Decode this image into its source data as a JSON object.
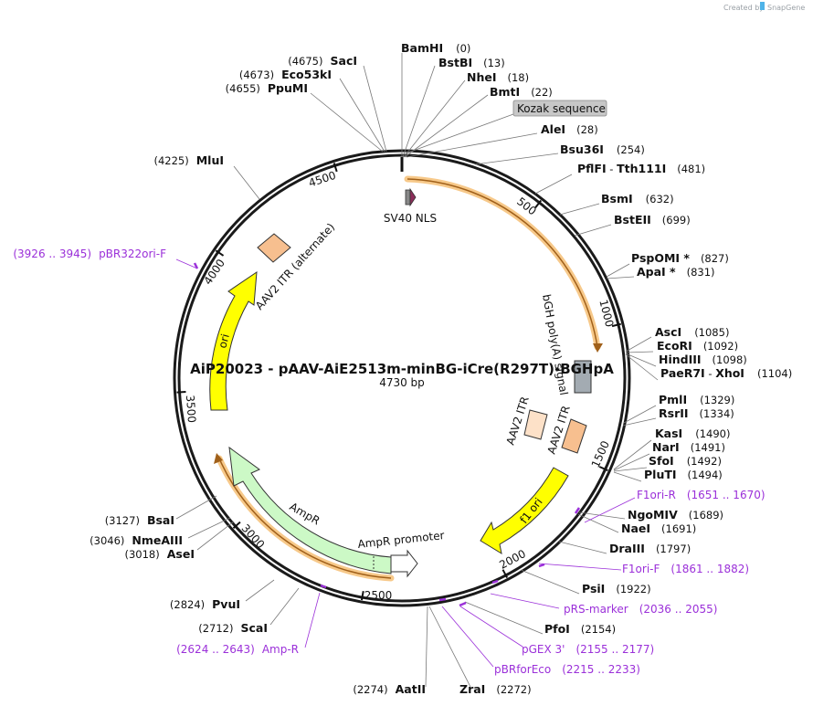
{
  "header": {
    "credit_prefix": "Created by",
    "brand": "SnapGene"
  },
  "plasmid": {
    "name": "AiP20023 - pAAV-AiE2513m-minBG-iCre(R297T)-BGHpA",
    "size_label": "4730 bp",
    "length": 4730
  },
  "ticks": [
    "500",
    "1000",
    "1500",
    "2000",
    "2500",
    "3000",
    "3500",
    "4000",
    "4500"
  ],
  "features": {
    "sv40_nls": "SV40 NLS",
    "bgh": "bGH poly(A) signal",
    "itr_right_a": "AAV2 ITR",
    "itr_right_b": "AAV2 ITR",
    "f1ori": "f1 ori",
    "ampr_promoter": "AmpR promoter",
    "ampr": "AmpR",
    "ori": "ori",
    "itr_alt": "AAV2 ITR (alternate)"
  },
  "kozak": "Kozak sequence",
  "sites": {
    "bamhi": {
      "name": "BamHI",
      "pos": "(0)"
    },
    "bstbi": {
      "name": "BstBI",
      "pos": "(13)"
    },
    "nhei": {
      "name": "NheI",
      "pos": "(18)"
    },
    "bmti": {
      "name": "BmtI",
      "pos": "(22)"
    },
    "alei": {
      "name": "AleI",
      "pos": "(28)"
    },
    "bsu36i": {
      "name": "Bsu36I",
      "pos": "(254)"
    },
    "pflfi": {
      "name": "PflFI",
      "sep": " - ",
      "name2": "Tth111I",
      "pos": "(481)"
    },
    "bsmi": {
      "name": "BsmI",
      "pos": "(632)"
    },
    "bsteii": {
      "name": "BstEII",
      "pos": "(699)"
    },
    "pspomi": {
      "name": "PspOMI *",
      "pos": "(827)"
    },
    "apai": {
      "name": "ApaI *",
      "pos": "(831)"
    },
    "asci": {
      "name": "AscI",
      "pos": "(1085)"
    },
    "ecori": {
      "name": "EcoRI",
      "pos": "(1092)"
    },
    "hindiii": {
      "name": "HindIII",
      "pos": "(1098)"
    },
    "paer7i": {
      "name": "PaeR7I",
      "sep": " - ",
      "name2": "XhoI",
      "pos": "(1104)"
    },
    "pmli": {
      "name": "PmlI",
      "pos": "(1329)"
    },
    "rsrii": {
      "name": "RsrII",
      "pos": "(1334)"
    },
    "kasi": {
      "name": "KasI",
      "pos": "(1490)"
    },
    "nari": {
      "name": "NarI",
      "pos": "(1491)"
    },
    "sfoi": {
      "name": "SfoI",
      "pos": "(1492)"
    },
    "pluti": {
      "name": "PluTI",
      "pos": "(1494)"
    },
    "ngomiv": {
      "name": "NgoMIV",
      "pos": "(1689)"
    },
    "naei": {
      "name": "NaeI",
      "pos": "(1691)"
    },
    "draiii": {
      "name": "DraIII",
      "pos": "(1797)"
    },
    "psii": {
      "name": "PsiI",
      "pos": "(1922)"
    },
    "pfoi": {
      "name": "PfoI",
      "pos": "(2154)"
    },
    "zrai": {
      "name": "ZraI",
      "pos": "(2272)"
    },
    "aatii": {
      "name": "AatII",
      "pos": "(2274)"
    },
    "scai": {
      "name": "ScaI",
      "pos": "(2712)"
    },
    "pvui": {
      "name": "PvuI",
      "pos": "(2824)"
    },
    "asei": {
      "name": "AseI",
      "pos": "(3018)"
    },
    "nmeaiii": {
      "name": "NmeAIII",
      "pos": "(3046)"
    },
    "bsai": {
      "name": "BsaI",
      "pos": "(3127)"
    },
    "mlui": {
      "name": "MluI",
      "pos": "(4225)"
    },
    "ppumi": {
      "name": "PpuMI",
      "pos": "(4655)"
    },
    "eco53ki": {
      "name": "Eco53kI",
      "pos": "(4673)"
    },
    "saci": {
      "name": "SacI",
      "pos": "(4675)"
    }
  },
  "primers": {
    "f1ori_r": {
      "name": "F1ori-R",
      "range": "(1651 .. 1670)"
    },
    "f1ori_f": {
      "name": "F1ori-F",
      "range": "(1861 .. 1882)"
    },
    "prs_marker": {
      "name": "pRS-marker",
      "range": "(2036 .. 2055)"
    },
    "pgex3": {
      "name": "pGEX 3'",
      "range": "(2155 .. 2177)"
    },
    "pbrforeco": {
      "name": "pBRforEco",
      "range": "(2215 .. 2233)"
    },
    "amp_r": {
      "name": "Amp-R",
      "range": "(2624 .. 2643)"
    },
    "pbr322ori_f": {
      "name": "pBR322ori-F",
      "range": "(3926 .. 3945)"
    }
  },
  "colors": {
    "backbone": "#1a1a1a",
    "primer": "#9b30d9",
    "orf_highlight": "#f7c98a",
    "orf_line": "#a0601a",
    "bgh": "#a3abb2",
    "itr": "#f7bf8f",
    "itr_light": "#fde1c8",
    "f1ori": "#ffff00",
    "ori": "#ffff00",
    "ampr": "#ccf9c6",
    "promoter": "#ffffff",
    "nls": "#8c2d5a",
    "kozak_box": "#c7c7c7"
  }
}
